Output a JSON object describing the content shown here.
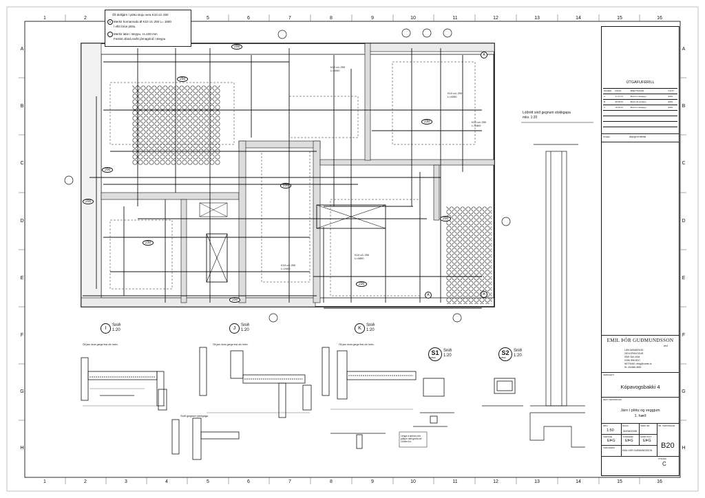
{
  "grid": {
    "cols": [
      "1",
      "2",
      "3",
      "4",
      "5",
      "6",
      "7",
      "8",
      "9",
      "10",
      "11",
      "12",
      "13",
      "14",
      "15",
      "16"
    ],
    "rows": [
      "A",
      "B",
      "C",
      "D",
      "E",
      "F",
      "G",
      "H"
    ]
  },
  "notes": {
    "line1": "Öll dellijárn í plötu stuju vera K10 c/c 250",
    "line2_marker": "A",
    "line2": "Merkir hornamodu Ø K10 c/c 250 L= 1500",
    "line3": "í eftri brún plötu.",
    "line4": "Merkir latie í steypu. H=100 mm",
    "line5": "Festist ofaná neðri járnagrind í steypu"
  },
  "plan": {
    "slab_tags": [
      "250",
      "230",
      "230",
      "230",
      "230"
    ],
    "edge_tags": [
      "200",
      "200",
      "200",
      "200",
      "200"
    ],
    "rebar_labels": [
      "K10 c/c 250",
      "L=3000",
      "K10 c/c 250",
      "L=4000",
      "K10 c/c 250",
      "L=1800",
      "K10 c/c 250",
      "L=4800",
      "K10 c/c 250",
      "L=2400"
    ],
    "section_markers": [
      "A",
      "A",
      "A"
    ]
  },
  "side_note": {
    "line1": "Lóðrétt snið gegnum stokkgapa",
    "line2": "mkv. 1:20"
  },
  "details": [
    {
      "letter": "I",
      "title": "Snið",
      "scale": "1:20",
      "caption": "Öll járn drois gerge fest ofn heim."
    },
    {
      "letter": "J",
      "title": "Snið",
      "scale": "1:20",
      "caption": "Öll járn drois gerge fest ofn heim."
    },
    {
      "letter": "K",
      "title": "Snið",
      "scale": "1:20",
      "caption": "Öll járn drois gerge fest ofn heim."
    }
  ],
  "sections": [
    {
      "id": "S1",
      "sub": "B/2B20",
      "title": "Snið",
      "scale": "1:20"
    },
    {
      "id": "S2",
      "sub": "B/2B20",
      "title": "Snið",
      "scale": "1:20"
    }
  ],
  "small_sections": {
    "gegnum": "Snið gegnum þerlgögu",
    "note1": "Lengd á smlum niðr plötum milli gerða að 12x8m k.k."
  },
  "title_block": {
    "revisions_heading": "ÚTGÁFUFERILL",
    "rev_cols": [
      "NÚMER",
      "DAGS.",
      "BREYTINGAR",
      "KVITT"
    ],
    "revisions": [
      {
        "no": "A",
        "date": "17.07.07",
        "desc": "Breitt til vélagögn",
        "sign": "EMG"
      },
      {
        "no": "B",
        "date": "30.08.07",
        "desc": "Breitt við smiðjun",
        "sign": "EMG"
      },
      {
        "no": "C",
        "date": "10.09.07",
        "desc": "Breitt til vélagögn",
        "sign": "EMG"
      }
    ],
    "status_label": "STAÐA",
    "status_value": "Ábýrgð til eftirlits",
    "company": "EMIL ÞÓR GUÐMUNDSSON",
    "company_suffix": "ehf.",
    "address": [
      "LÆKJASMÁRA 50",
      "200 KÓPAVOGUR",
      "SÍMI: 544 4004",
      "GSM: 896 8017",
      "NETFANG: ebtg@vortex.is",
      "Kt. 240486-3600"
    ],
    "project_label": "VERKHEITI",
    "project": "Kópavogsbakki 4",
    "drawing_label": "HEITI TEIKNINGAR",
    "drawing_title1": "Járn í plötu og veggjum",
    "drawing_title2": "1. hæð",
    "cells": [
      {
        "label": "MKV.",
        "value": "1:50"
      },
      {
        "label": "DAGS.",
        "value": "30/06/2006"
      },
      {
        "label": "VERK NR.",
        "value": ""
      },
      {
        "label": "TEIKNAÐ",
        "value": "EÞG"
      },
      {
        "label": "YFIRFARIÐ",
        "value": "EÞG"
      },
      {
        "label": "SAMÞYKKT",
        "value": "EÞG"
      },
      {
        "label": "TEIKNIAÐILI",
        "value": "EMIL ÞÓR GUÐMUNDSSON"
      }
    ],
    "sheet_label": "NR. TEIKNINGAR",
    "sheet_no": "B20",
    "version_label": "ÚTGÁFA",
    "version": "C"
  }
}
